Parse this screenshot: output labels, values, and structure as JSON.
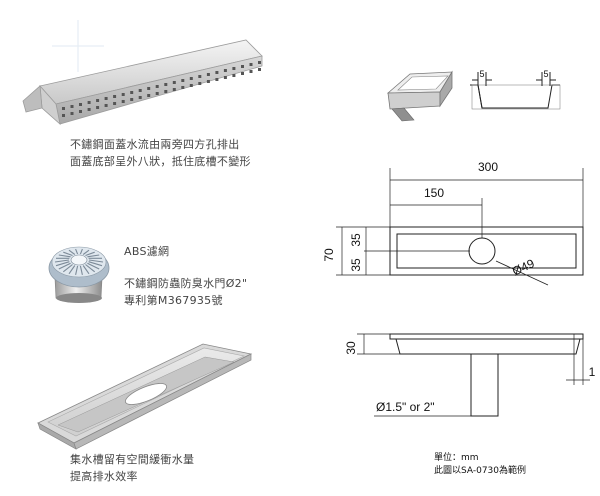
{
  "captions": {
    "cover_line1": "不鏽鋼面蓋水流由兩旁四方孔排出",
    "cover_line2": "面蓋底部呈外八狀，抵住底槽不變形",
    "abs_filter": "ABS濾網",
    "drain_line1": "不鏽鋼防蟲防臭水門Ø2\"",
    "drain_line2": "專利第M367935號",
    "tank_line1": "集水槽留有空間緩衝水量",
    "tank_line2": "提高排水效率"
  },
  "dimensions": {
    "detail_left": "5",
    "detail_right": "5",
    "total_length": "300",
    "hole_position": "150",
    "width_total": "70",
    "width_upper": "35",
    "width_lower": "35",
    "hole_diameter": "Ø49",
    "depth": "30",
    "lip": "1",
    "outlet": "Ø1.5\" or 2\""
  },
  "notes": {
    "unit": "單位：mm",
    "model": "此圖以SA-0730為範例"
  },
  "colors": {
    "line": "#222222",
    "metal_light": "#e6e6e6",
    "metal_mid": "#c4c4c4",
    "metal_dark": "#9a9a9a",
    "filter_blue": "#c8d4de"
  }
}
